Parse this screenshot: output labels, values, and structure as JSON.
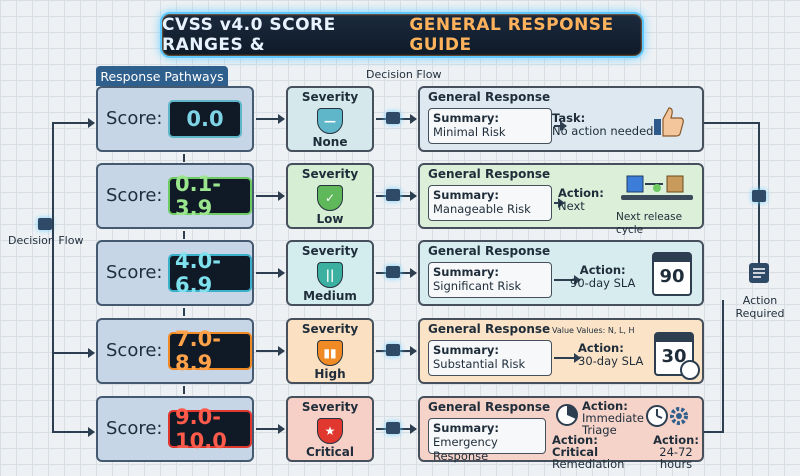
{
  "title": {
    "main": "CVSS v4.0 SCORE RANGES &",
    "accent": "GENERAL RESPONSE GUIDE"
  },
  "tab_label": "Response Pathways",
  "decision_flow_top": "Decision Flow",
  "decision_flow_left": "Decision Flow",
  "action_required": "Action Required",
  "score_prefix": "Score:",
  "severity_title": "Severity",
  "response_title": "General Response",
  "summary_label": "Summary:",
  "rows": [
    {
      "score": "0.0",
      "severity": "None",
      "summary": "Minimal Risk",
      "action_label": "Task:",
      "action": "No action needed"
    },
    {
      "score": "0.1-3.9",
      "severity": "Low",
      "summary": "Manageable Risk",
      "action_label": "Action:",
      "action": "Next",
      "extra": "Next release cycle"
    },
    {
      "score": "4.0-6.9",
      "severity": "Medium",
      "summary": "Significant Risk",
      "action_label": "Action:",
      "action": "90-day SLA",
      "calendar": "90"
    },
    {
      "score": "7.0-8.9",
      "severity": "High",
      "summary": "Substantial Risk",
      "action_label": "Action:",
      "action": "30-day SLA",
      "calendar": "30",
      "note": "Value Values: N, L, H"
    },
    {
      "score": "9.0-10.0",
      "severity": "Critical",
      "summary": "Emergency Response",
      "action_label": "Action:",
      "action": "Immediate Triage",
      "action2_label": "Action: Critical",
      "action2": "Remediation",
      "action3_label": "Action:",
      "action3": "24-72 hours"
    }
  ],
  "colors": {
    "none": "#5fb6c9",
    "low": "#6ecb63",
    "medium": "#3bb0c9",
    "high": "#f08a24",
    "critical": "#e0382f",
    "row_none_bg": "#dceaf0",
    "row_low_bg": "#dcefd8",
    "row_medium_bg": "#d6ecef",
    "row_high_bg": "#fbe3c8",
    "row_critical_bg": "#f6d3c9"
  }
}
